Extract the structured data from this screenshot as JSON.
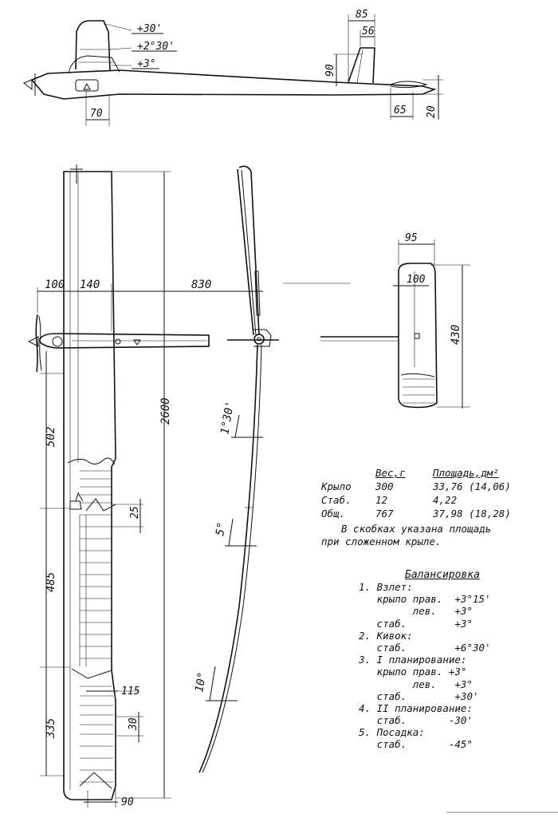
{
  "side_view": {
    "angles": [
      "+30'",
      "+2°30'",
      "+3°"
    ],
    "dims": [
      "85",
      "56",
      "90",
      "70",
      "65",
      "20"
    ]
  },
  "plan_view": {
    "dims": [
      "100",
      "140",
      "830",
      "2600",
      "502",
      "25",
      "485",
      "115",
      "30",
      "335",
      "90"
    ]
  },
  "front_view": {
    "angles": [
      "1°30'",
      "5°",
      "10°"
    ]
  },
  "stab_view": {
    "dims": [
      "95",
      "100",
      "430"
    ]
  },
  "mass_table": {
    "headers": [
      "",
      "Вес,г",
      "Площадь,дм²"
    ],
    "rows": [
      [
        "Крыло",
        "300",
        "33,76 (14,06)"
      ],
      [
        "Стаб.",
        "12",
        "4,22"
      ],
      [
        "Общ.",
        "767",
        "37,98 (18,28)"
      ]
    ],
    "note_line1": "В скобках указана площадь",
    "note_line2": "при сложенном крыле."
  },
  "balance": {
    "title": "Балансировка",
    "lines": [
      "1. Взлет:",
      "   крыло прав.  +3°15'",
      "         лев.   +3°",
      "   стаб.        +3°",
      "2. Кивок:",
      "   стаб.        +6°30'",
      "3. I планирование:",
      "   крыло прав. +3°",
      "         лев.   +3°",
      "   стаб.        +30'",
      "4. II планирование:",
      "   стаб.       -30'",
      "5. Посадка:",
      "   стаб.       -45°"
    ]
  }
}
